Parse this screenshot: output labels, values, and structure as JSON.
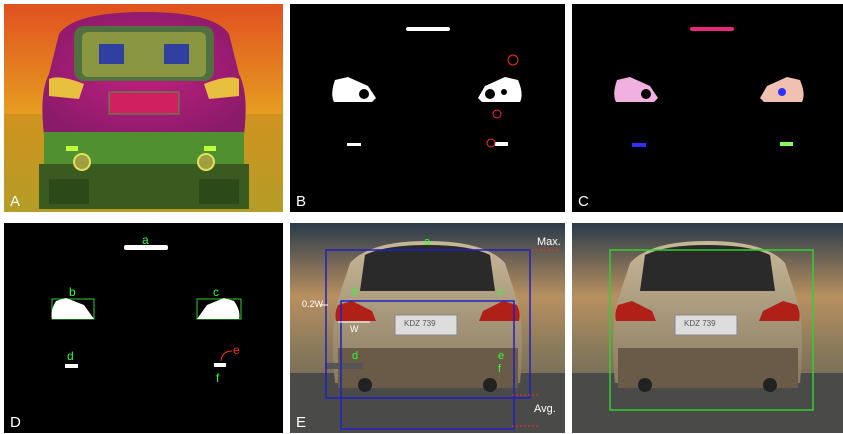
{
  "panels": [
    {
      "id": "A",
      "label": "A"
    },
    {
      "id": "B",
      "label": "B"
    },
    {
      "id": "C",
      "label": "C"
    },
    {
      "id": "D",
      "label": "D",
      "markers": [
        "a",
        "b",
        "c",
        "d",
        "e",
        "f"
      ]
    },
    {
      "id": "E",
      "label": "E",
      "markers": [
        "a",
        "b",
        "c",
        "d",
        "e",
        "f"
      ],
      "max_label": "Max.",
      "avg_label": "Avg.",
      "ratio_label": "0.2W",
      "width_label": "W",
      "plate_text": "KDZ 739"
    },
    {
      "id": "F",
      "label": "",
      "plate_text": "KDZ 739"
    }
  ],
  "colors": {
    "light_white": "#ffffff",
    "circle_red": "#ff2a2a",
    "magenta": "#e8287a",
    "pink": "#f0b0e0",
    "blue": "#3030ff",
    "green_light": "#80ff60",
    "box_blue": "#2020c0",
    "box_green": "#30d030",
    "marker_green": "#30ff30"
  }
}
